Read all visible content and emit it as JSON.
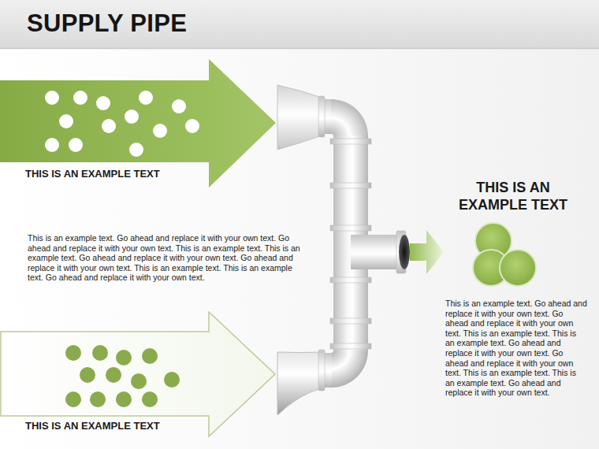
{
  "diagram": {
    "title": "SUPPLY PIPE",
    "nodes": [
      {
        "text": [
          "THIS IS AN EXAMPLE TEXT"
        ]
      },
      {
        "text": [
          "THIS IS AN EXAMPLE TEXT"
        ]
      }
    ],
    "labels": [
      "This is an example text. Go ahead and replace it with your own text. Go ahead and replace it with your own text. This is an example text. This is an example text. Go ahead and replace it with your own text. Go ahead and replace it with your own text. This is an example text. This is an example text. Go ahead and replace it with your own text.",
      "THIS IS AN EXAMPLE TEXT",
      "This is an example text. Go ahead and replace it with your own text. Go ahead and replace it with your own text. This is an example text. This is an example text. Go ahead and replace it with your own text. Go ahead and replace it with your own text. This is an example text. This is an example text. Go ahead and replace it with your own text."
    ]
  }
}
